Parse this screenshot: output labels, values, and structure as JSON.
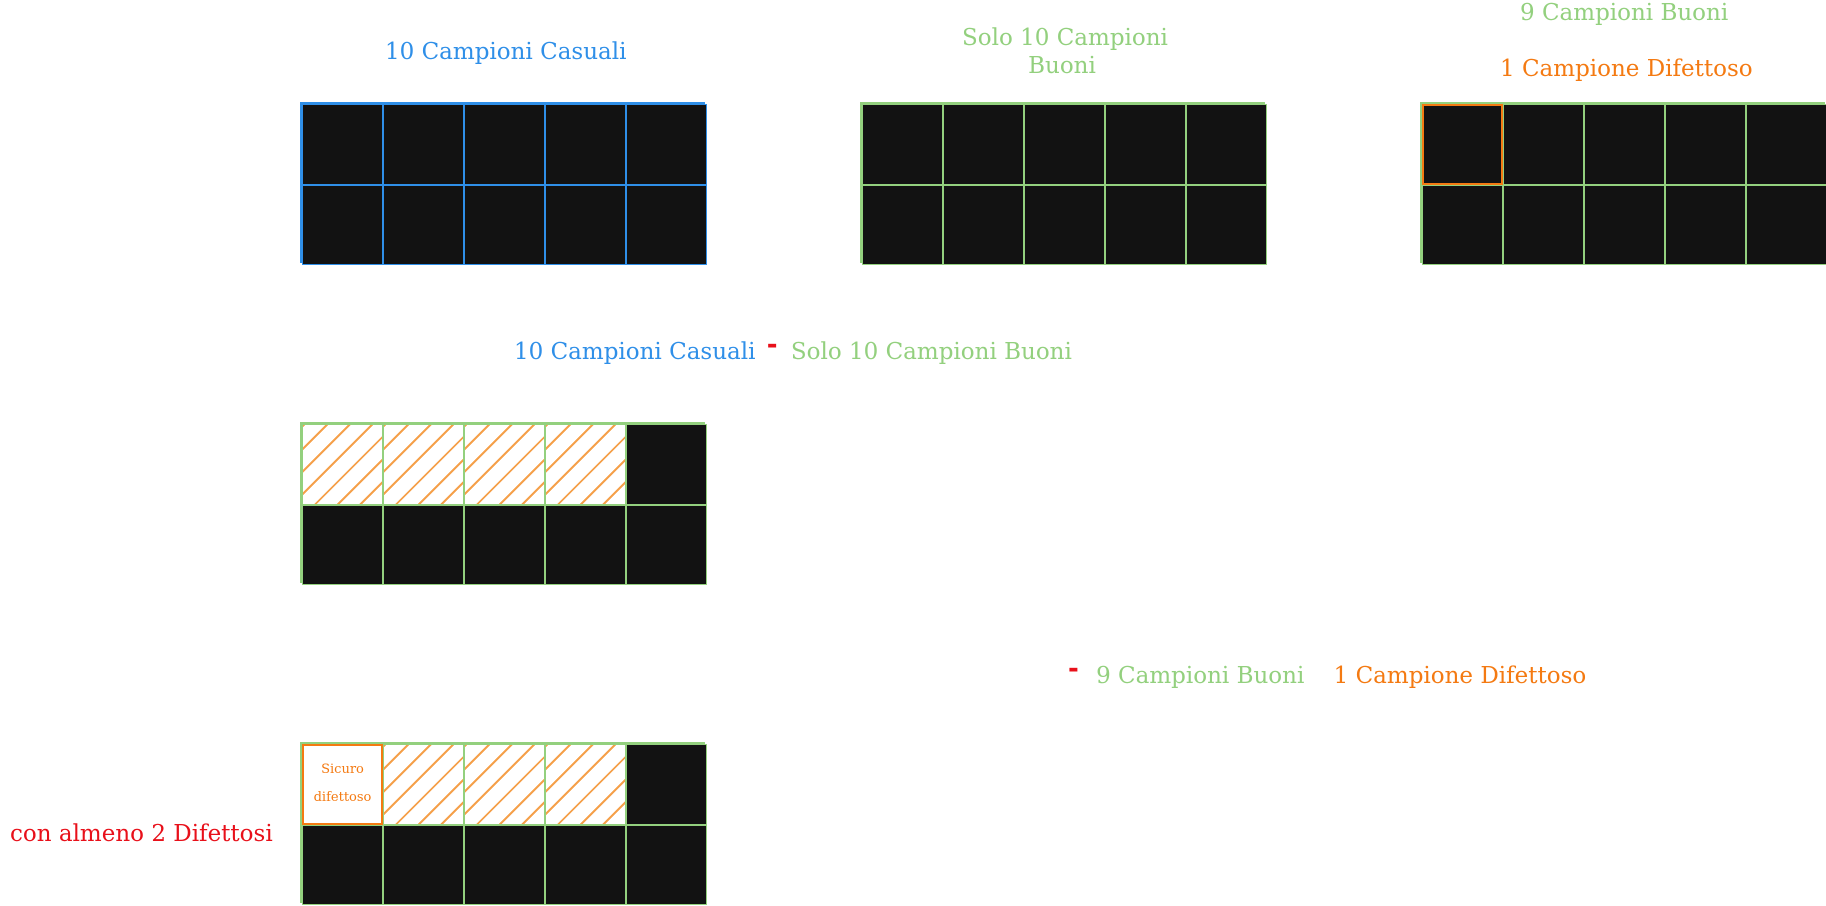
{
  "panel_1": {
    "title": "10 Campioni Casuali"
  },
  "panel_2": {
    "title_line1": "Solo 10 Campioni",
    "title_line2": "Buoni"
  },
  "panel_3": {
    "title_good": "9 Campioni Buoni",
    "title_defect": "1 Campione Difettoso"
  },
  "row_2": {
    "left": "10 Campioni Casuali",
    "operator": "-",
    "right": "Solo 10 Campioni Buoni"
  },
  "row_3": {
    "operator": "-",
    "good": "9 Campioni Buoni",
    "defect": "1 Campione Difettoso",
    "side_label": "con almeno 2 Difettosi",
    "sure_line1": "Sicuro",
    "sure_line2": "difettoso"
  },
  "colors": {
    "blue": "#2f8fe8",
    "green": "#93d07e",
    "orange": "#f47a12",
    "red": "#e8101a",
    "cell": "#121212"
  }
}
